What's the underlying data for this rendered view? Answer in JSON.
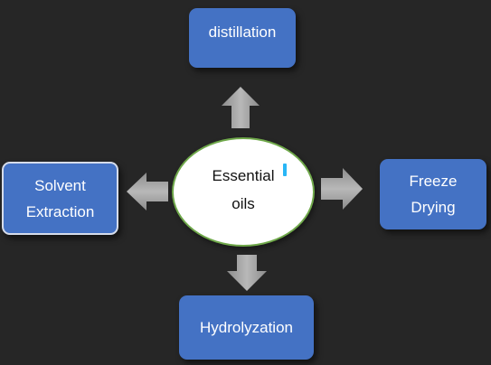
{
  "diagram": {
    "center": {
      "label": "Essential\noils"
    },
    "nodes": {
      "top": "distillation",
      "right": "Freeze\nDrying",
      "bottom": "Hydrolyzation",
      "left": "Solvent\nExtraction"
    }
  },
  "colors": {
    "background": "#262626",
    "box_fill": "#4472C4",
    "center_fill": "#FFFFFF",
    "center_border": "#6FA84A",
    "arrow": "#A6A6A6",
    "cursor": "#29B6F6"
  }
}
